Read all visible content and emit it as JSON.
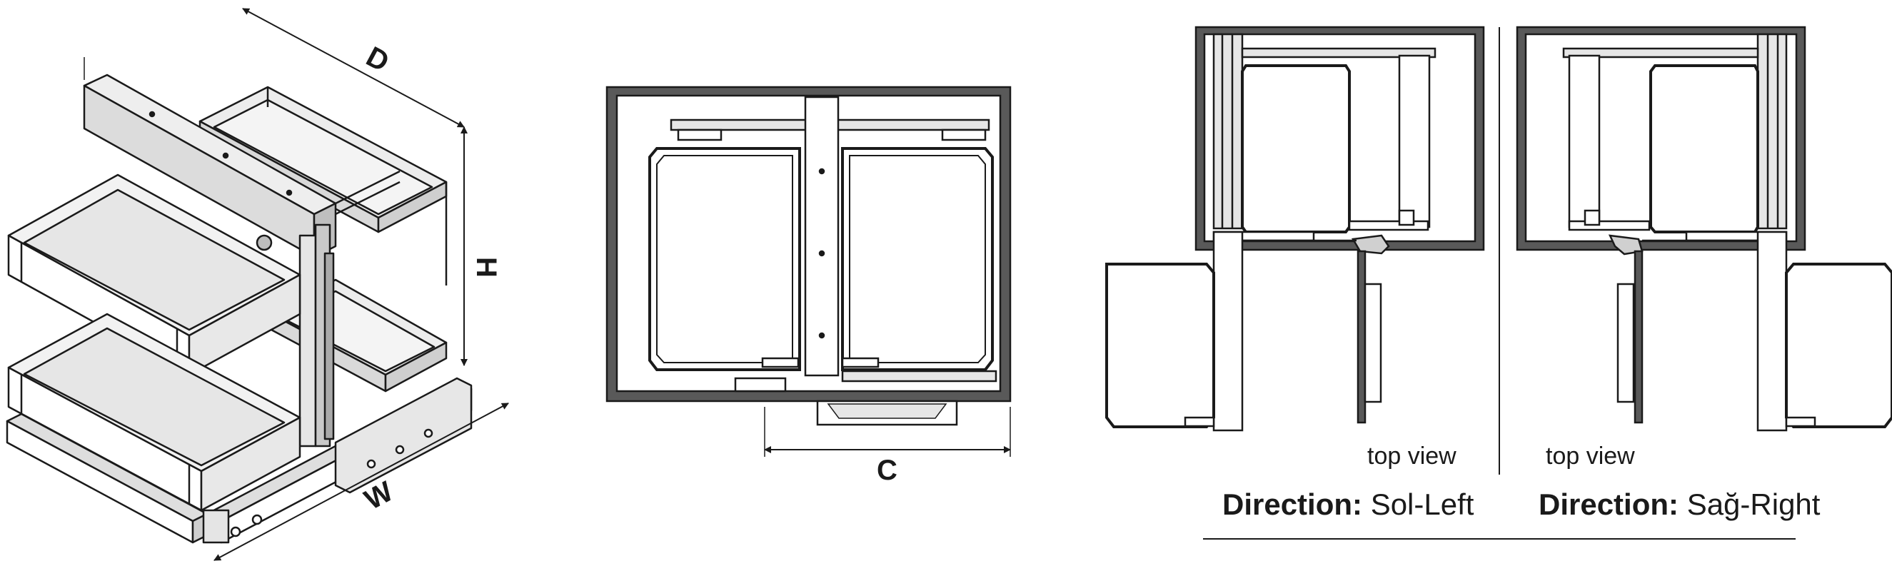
{
  "labels": {
    "depth": "D",
    "height": "H",
    "width": "W",
    "clearance": "C"
  },
  "left_option": {
    "view": "top view",
    "direction_label": "Direction:",
    "direction_value": "Sol-Left"
  },
  "right_option": {
    "view": "top view",
    "direction_label": "Direction:",
    "direction_value": "Sağ-Right"
  },
  "colors": {
    "line": "#1a1a1a",
    "panel": "#595959",
    "shade": "#d9d9d9"
  }
}
